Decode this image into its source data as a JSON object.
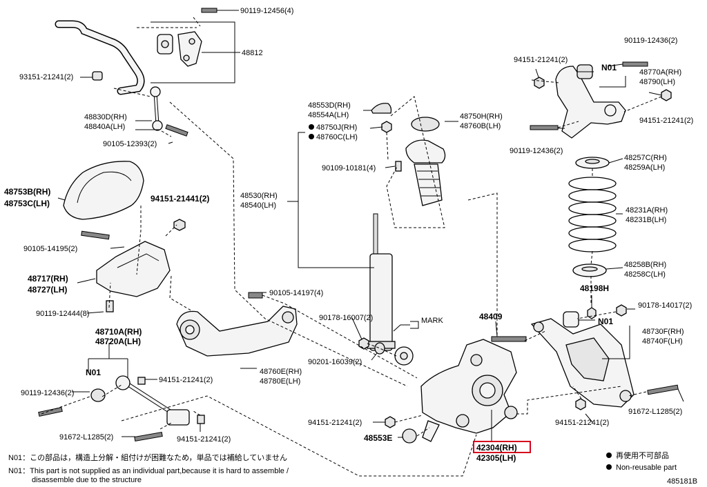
{
  "labels": {
    "l90119_12456": "90119-12456(4)",
    "l48812": "48812",
    "l93151": "93151-21241(2)",
    "l48830d": "48830D(RH)",
    "l48840a": "48840A(LH)",
    "l90105_12393": "90105-12393(2)",
    "l48753b": "48753B(RH)",
    "l48753c": "48753C(LH)",
    "l94151_21441": "94151-21441(2)",
    "l90105_14195": "90105-14195(2)",
    "l48717": "48717(RH)",
    "l48727": "48727(LH)",
    "l90119_12444": "90119-12444(8)",
    "l48710a": "48710A(RH)",
    "l48720a": "48720A(LH)",
    "l_n01_left": "N01",
    "l90119_12436_l": "90119-12436(2)",
    "l94151_21241_a": "94151-21241(2)",
    "l91672_l": "91672-L1285(2)",
    "l94151_21241_b": "94151-21241(2)",
    "l48553d": "48553D(RH)",
    "l48554a": "48554A(LH)",
    "l48750j": "48750J(RH)",
    "l48760c": "48760C(LH)",
    "l90109_10181": "90109-10181(4)",
    "l48750h": "48750H(RH)",
    "l48760b": "48760B(LH)",
    "l48530": "48530(RH)",
    "l48540": "48540(LH)",
    "l90105_14197": "90105-14197(4)",
    "l90178_16007": "90178-16007(2)",
    "l_mark": "MARK",
    "l90201_16039": "90201-16039(2)",
    "l48760e": "48760E(RH)",
    "l48780e": "48780E(LH)",
    "l48409": "48409",
    "l94151_21241_c": "94151-21241(2)",
    "l48553e": "48553E",
    "l42304": "42304(RH)",
    "l42305": "42305(LH)",
    "l90119_12436_r1": "90119-12436(2)",
    "l94151_21241_r1": "94151-21241(2)",
    "l_n01_r1": "N01",
    "l48770a": "48770A(RH)",
    "l48790": "48790(LH)",
    "l94151_21241_r2": "94151-21241(2)",
    "l90119_12436_r2": "90119-12436(2)",
    "l48257c": "48257C(RH)",
    "l48259a": "48259A(LH)",
    "l48231a": "48231A(RH)",
    "l48231b": "48231B(LH)",
    "l48258b": "48258B(RH)",
    "l48258c": "48258C(LH)",
    "l48198h": "48198H",
    "l90178_14017": "90178-14017(2)",
    "l_n01_r2": "N01",
    "l48730f": "48730F(RH)",
    "l48740f": "48740F(LH)",
    "l91672_r": "91672-L1285(2)",
    "l94151_21241_r3": "94151-21241(2)"
  },
  "notes": {
    "n01_jp": "N01：この部品は，構造上分解・組付けが困難なため，単品では補給していません",
    "n01_en_1": "N01：This part is not supplied as an individual part,because it is hard to assemble /",
    "n01_en_2": "disassemble due to the structure"
  },
  "legend": {
    "jp": "再使用不可部品",
    "en": "Non-reusable part"
  },
  "figure_id": "485181B",
  "highlight_color": "#d6001c"
}
